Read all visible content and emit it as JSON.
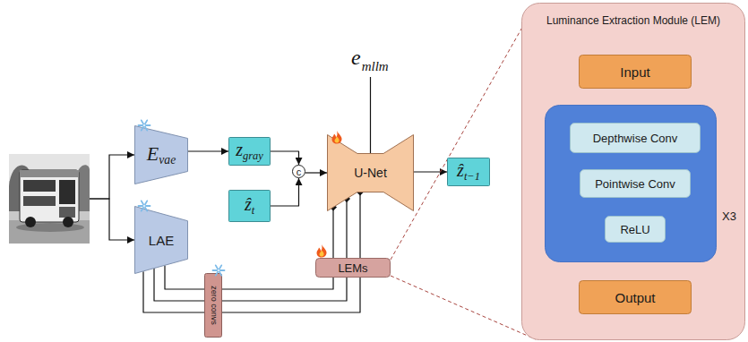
{
  "diagram": {
    "nodes": [
      {
        "text": [
          "E",
          "vae"
        ]
      },
      {
        "text": [
          "LAE"
        ]
      },
      {
        "text": [
          "z",
          "gray"
        ]
      },
      {
        "text": [
          "ẑ",
          "t"
        ]
      },
      {
        "text": [
          "c"
        ]
      },
      {
        "text": [
          "U-Net"
        ]
      },
      {
        "text": [
          "ẑ",
          "t−1"
        ]
      },
      {
        "text": [
          "zero convs"
        ]
      },
      {
        "text": [
          "LEMs"
        ]
      },
      {
        "text": [
          "Luminance Extraction Module (LEM)"
        ]
      },
      {
        "text": [
          "Input"
        ],
        "in": 9
      },
      {
        "text": [
          "X3"
        ],
        "in": 9
      },
      {
        "text": [
          "Depthwise Conv"
        ],
        "in": 11
      },
      {
        "text": [
          "Pointwise Conv"
        ],
        "in": 11
      },
      {
        "text": [
          "ReLU"
        ],
        "in": 11
      },
      {
        "text": [
          "Output"
        ],
        "in": 9
      }
    ],
    "edges": [
      {
        "from": 0,
        "to": 2,
        "arrow": "to"
      },
      {
        "from": 2,
        "to": 4,
        "arrow": "to"
      },
      {
        "from": 3,
        "to": 4,
        "arrow": "to"
      },
      {
        "from": 4,
        "to": 5,
        "arrow": "to"
      },
      {
        "from": 5,
        "to": 6,
        "arrow": "to"
      },
      {
        "from": 1,
        "to": 7,
        "arrow": "none"
      },
      {
        "from": 7,
        "to": 8,
        "arrow": "none"
      },
      {
        "from": 8,
        "to": 5,
        "arrow": "to"
      },
      {
        "from": 10,
        "to": 12,
        "arrow": "to"
      },
      {
        "from": 12,
        "to": 13,
        "arrow": "to"
      },
      {
        "from": 13,
        "to": 14,
        "arrow": "to"
      },
      {
        "from": 14,
        "to": 15,
        "arrow": "to"
      }
    ],
    "labels": [
      "e",
      "mllm"
    ]
  }
}
